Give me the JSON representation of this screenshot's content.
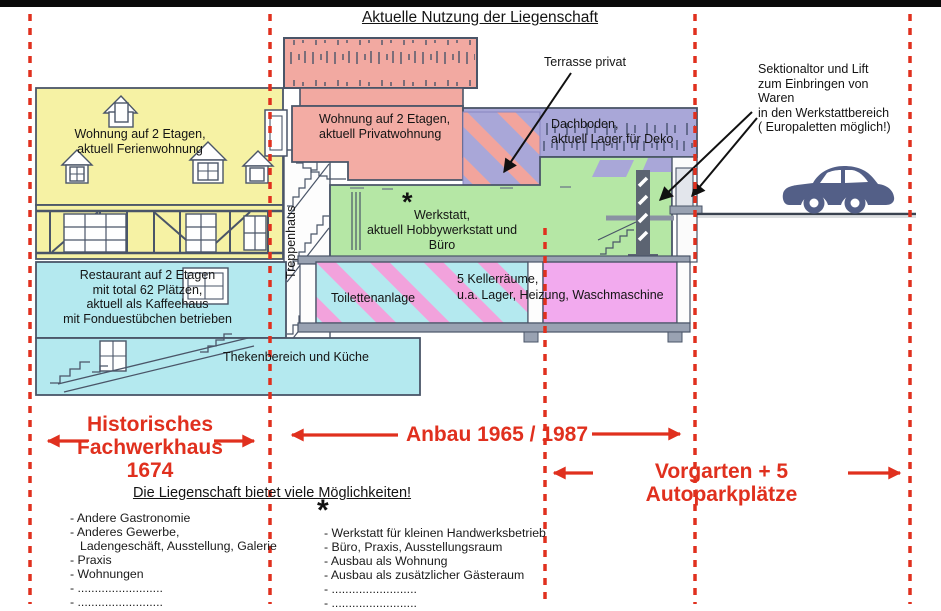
{
  "title": "Aktuelle Nutzung der Liegenschaft",
  "labels": {
    "ferienwohnung": "Wohnung auf 2 Etagen,\naktuell Ferienwohnung",
    "privatwohnung": "Wohnung auf 2 Etagen,\naktuell Privatwohnung",
    "terrasse": "Terrasse privat",
    "dachboden": "Dachboden,\naktuell Lager für Deko",
    "sektionaltor": "Sektionaltor und Lift\nzum Einbringen von Waren\nin den Werkstattbereich\n( Europaletten möglich!)",
    "treppenhaus": "Treppenhaus",
    "asterisk": "*",
    "werkstatt": "Werkstatt,\naktuell Hobbywerkstatt und Büro",
    "restaurant": "Restaurant auf 2 Etagen\nmit total 62 Plätzen,\naktuell als Kaffeehaus\nmit Fonduestübchen betrieben",
    "toiletten": "Toilettenanlage",
    "keller": "5 Kellerräume,\nu.a. Lager, Heizung, Waschmaschine",
    "theke": "Thekenbereich und Küche"
  },
  "eras": {
    "fachwerkhaus": "Historisches\nFachwerkhaus\n1674",
    "anbau": "Anbau 1965 / 1987",
    "vorgarten": "Vorgarten + 5 Autoparkplätze"
  },
  "possibilities": {
    "heading": "Die Liegenschaft bietet viele Möglichkeiten!",
    "left": [
      "- Andere Gastronomie",
      "- Anderes Gewerbe,",
      "Ladengeschäft, Ausstellung, Galerie",
      "- Praxis",
      "- Wohnungen",
      "- .........................",
      "- ........................."
    ],
    "right_marker": "*",
    "right": [
      "- Werkstatt für kleinen Handwerksbetrieb",
      "- Büro, Praxis, Ausstellungsraum",
      "- Ausbau als Wohnung",
      "- Ausbau als zusätzlicher Gästeraum",
      "- .........................",
      "- ........................."
    ]
  },
  "colors": {
    "yellow_fachwerkhaus": "#f6f2a4",
    "salmon_wohnung": "#f2a9a1",
    "purple_dachboden": "#a9a7d8",
    "green_werkstatt": "#b5e7a5",
    "cyan_restaurant": "#b4e9ef",
    "magenta_keller": "#f2aaee",
    "stripe_pink": "#f2a2dc",
    "annotation_red": "#e0301e",
    "car_blue": "#535f87",
    "outline": "#4a5568"
  }
}
